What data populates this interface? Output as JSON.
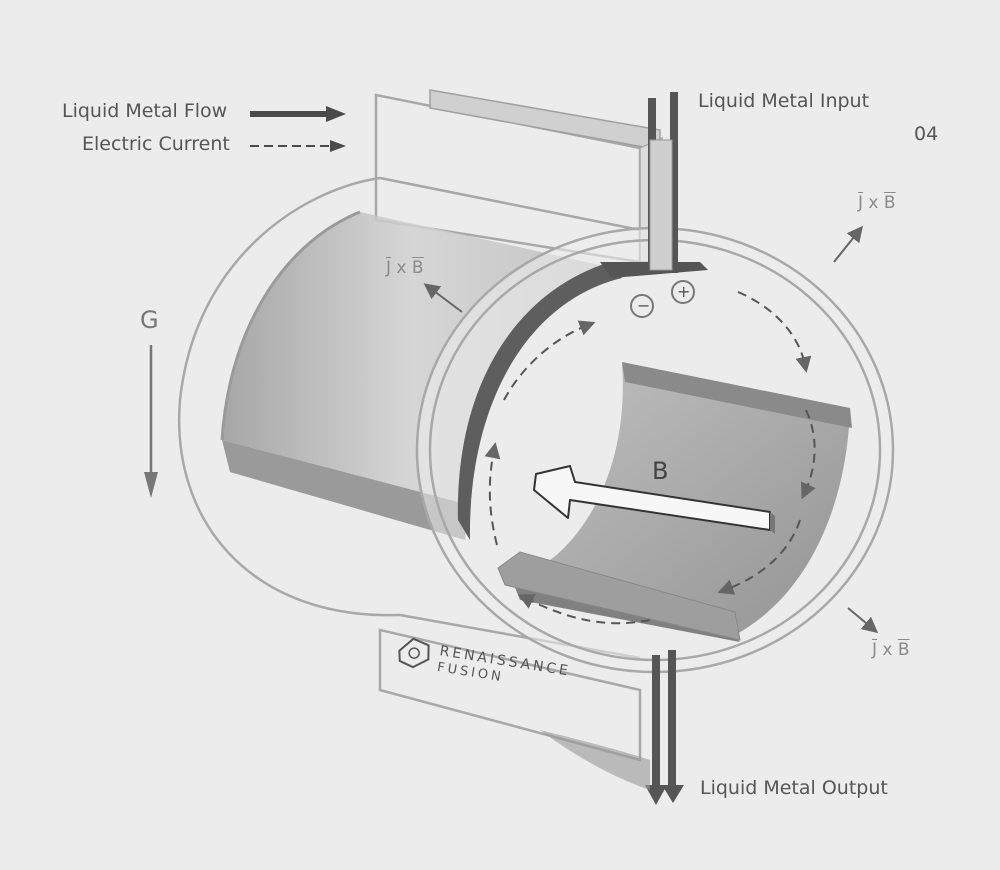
{
  "legend": {
    "flow_label": "Liquid Metal Flow",
    "current_label": "Electric Current"
  },
  "labels": {
    "input": "Liquid Metal Input",
    "output": "Liquid Metal Output",
    "page_number": "04",
    "gravity": "G",
    "magnetic_field": "B",
    "force_j": "J",
    "force_x": "x",
    "force_b": "B",
    "minus": "−",
    "plus": "+"
  },
  "logo": {
    "line1": "RENAISSANCE",
    "line2": "FUSION"
  },
  "colors": {
    "background": "#ececec",
    "outline": "#a8a8a8",
    "dark_arrow": "#4a4a4a",
    "text": "#555555",
    "light_text": "#8a8a8a"
  }
}
